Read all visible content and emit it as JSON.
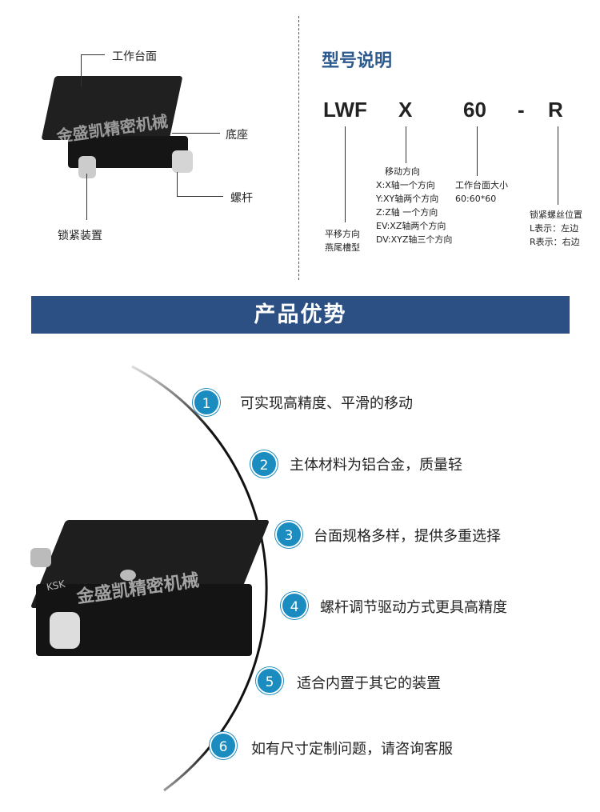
{
  "diagram": {
    "labels": {
      "worktable": "工作台面",
      "base": "底座",
      "screw": "螺杆",
      "lock": "锁紧装置"
    },
    "watermark": "金盛凯精密机械"
  },
  "model": {
    "title": "型号说明",
    "codes": [
      "LWF",
      "X",
      "60",
      "-",
      "R"
    ],
    "explain": {
      "lwf": [
        "平移方向",
        "燕尾槽型"
      ],
      "x": [
        "移动方向",
        "X:X轴一个方向",
        "Y:XY轴两个方向",
        "Z:Z轴 一个方向",
        "EV:XZ轴两个方向",
        "DV:XYZ轴三个方向"
      ],
      "size": [
        "工作台面大小",
        "60:60*60"
      ],
      "r": [
        "锁紧螺丝位置",
        "L表示：左边",
        "R表示：右边"
      ]
    }
  },
  "banner": "产品优势",
  "advantages": [
    {
      "n": "1",
      "text": "可实现高精度、平滑的移动"
    },
    {
      "n": "2",
      "text": "主体材料为铝合金，质量轻"
    },
    {
      "n": "3",
      "text": "台面规格多样，提供多重选择"
    },
    {
      "n": "4",
      "text": "螺杆调节驱动方式更具高精度"
    },
    {
      "n": "5",
      "text": "适合内置于其它的装置"
    },
    {
      "n": "6",
      "text": "如有尺寸定制问题，请咨询客服"
    }
  ],
  "product_brand": "KSK",
  "colors": {
    "banner": "#2d5084",
    "accent": "#1a8cc0"
  }
}
